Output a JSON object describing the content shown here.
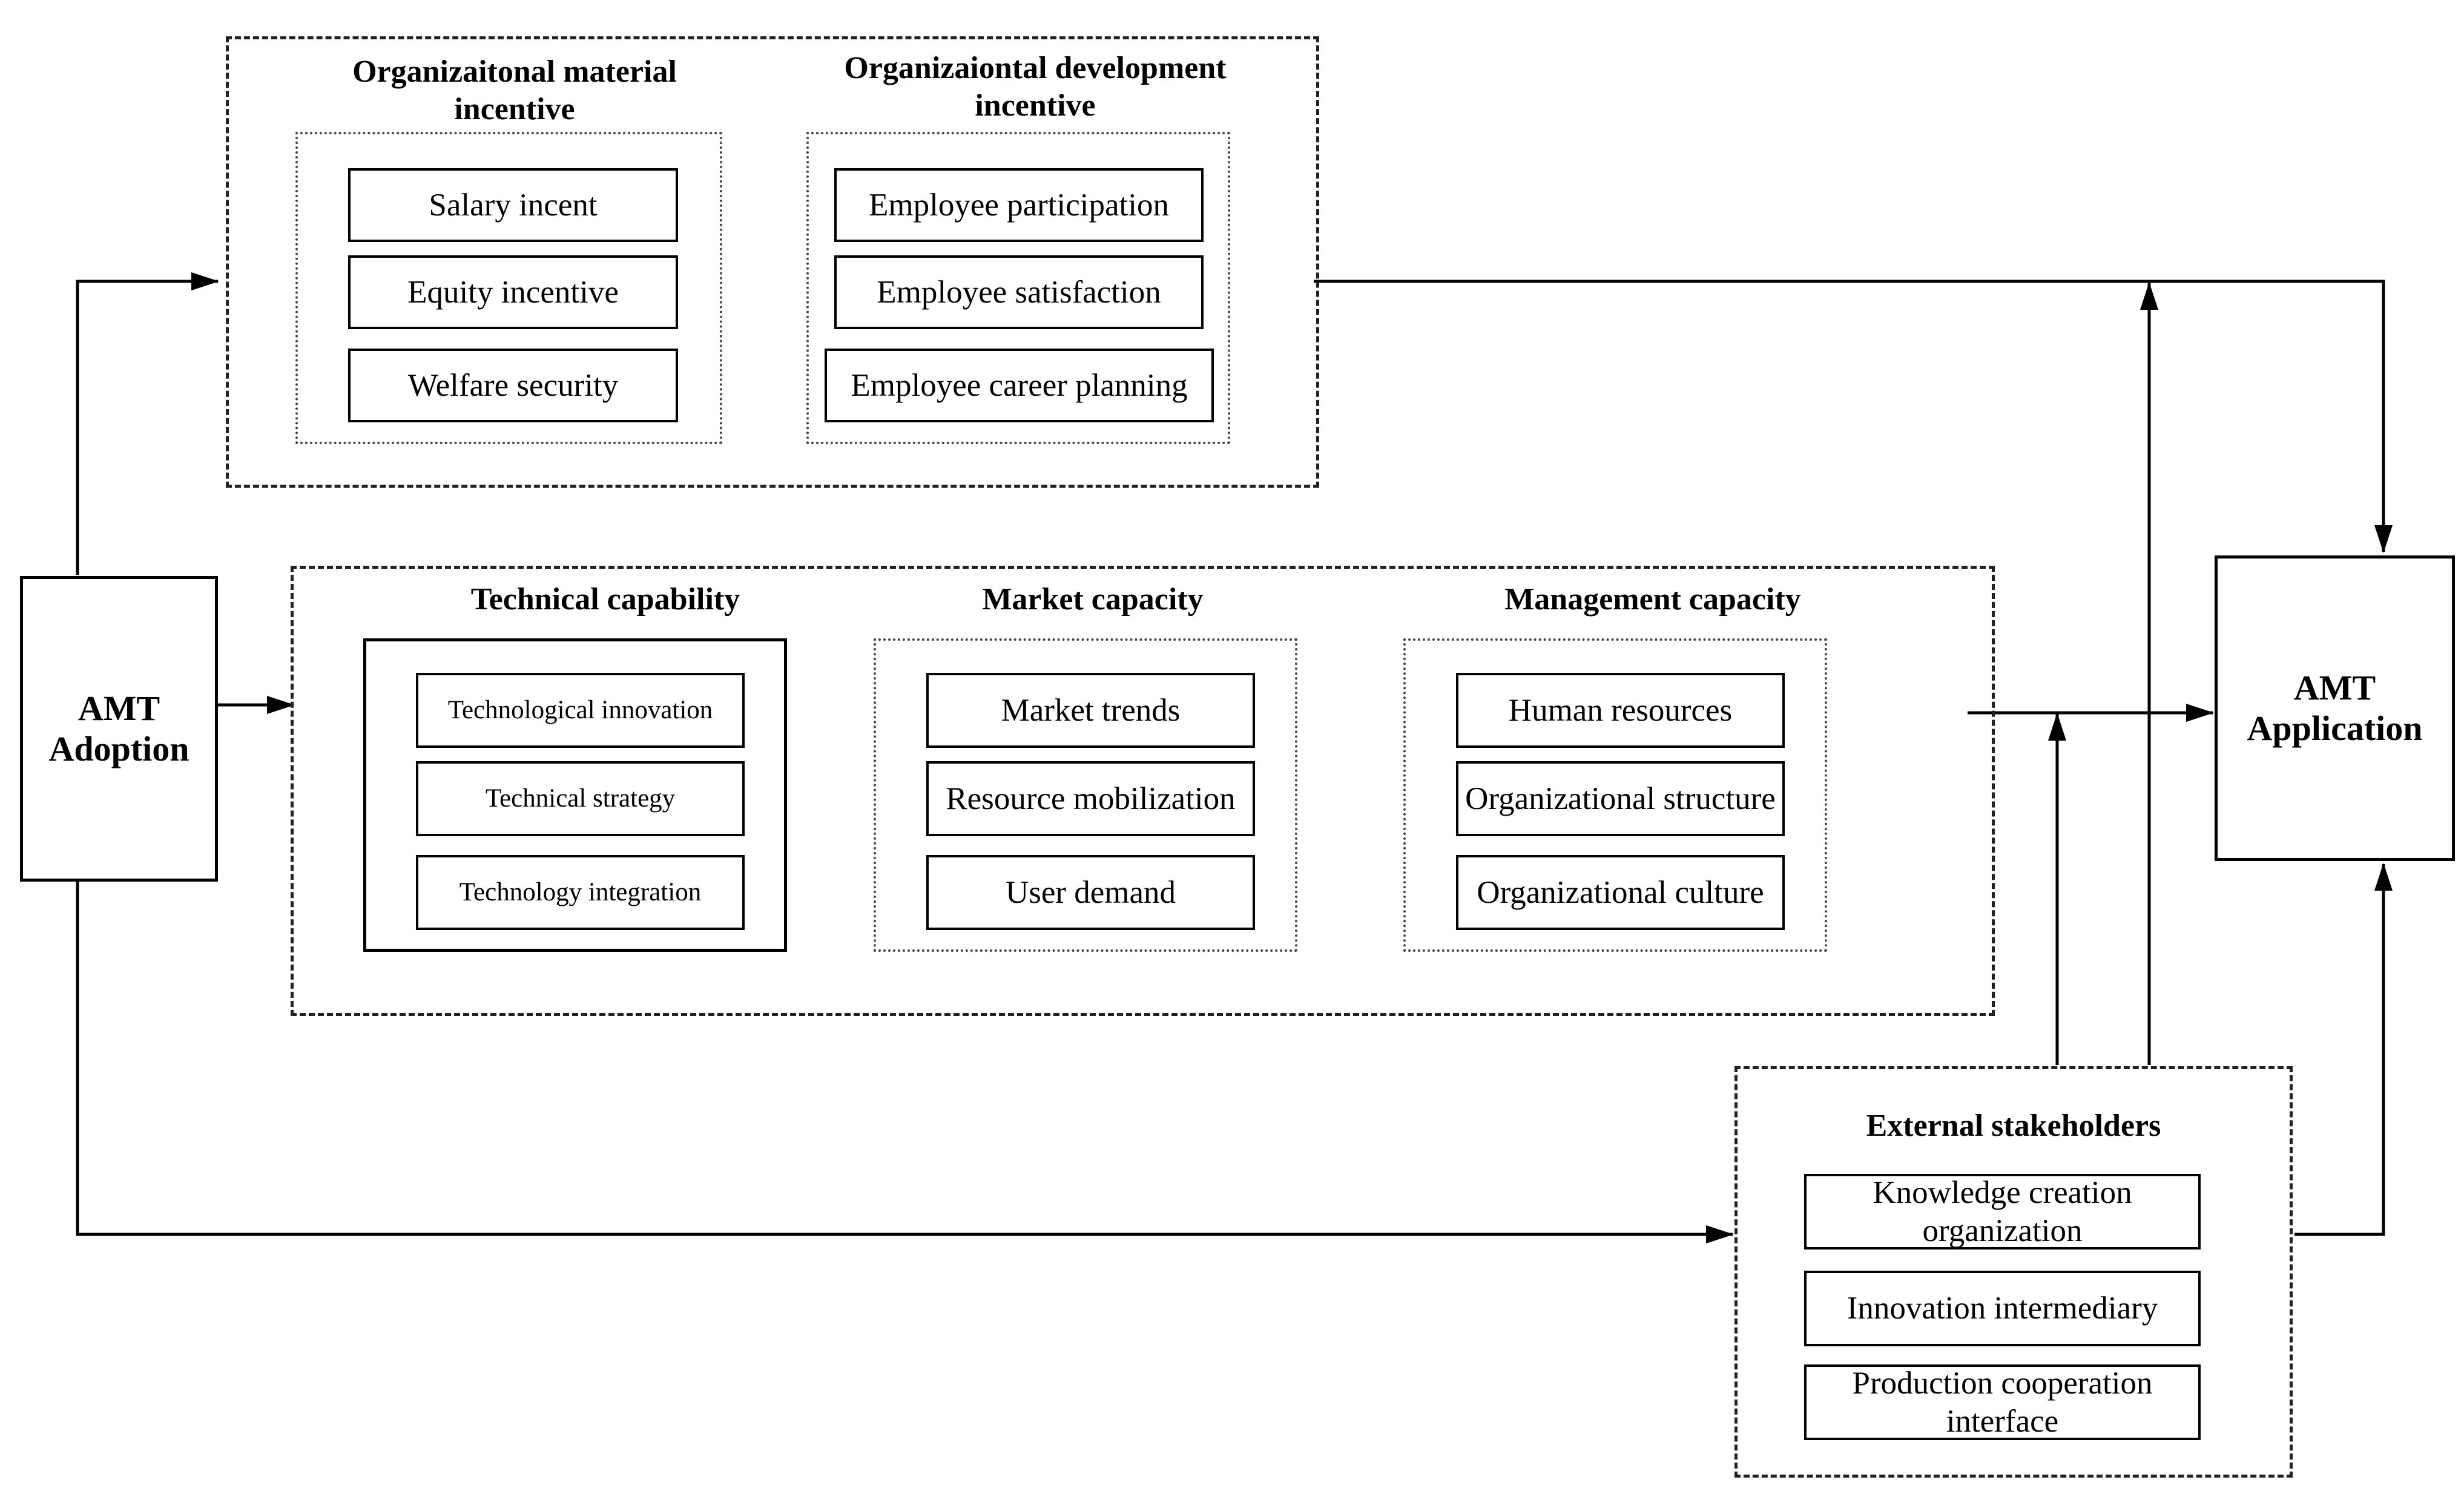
{
  "adoption": "AMT Adoption",
  "application": "AMT Application",
  "material": {
    "title": "Organizaitonal material incentive",
    "items": [
      "Salary incent",
      "Equity incentive",
      "Welfare security"
    ]
  },
  "development": {
    "title": "Organizaiontal development incentive",
    "items": [
      "Employee participation",
      "Employee satisfaction",
      "Employee career planning"
    ]
  },
  "technical": {
    "title": "Technical capability",
    "items": [
      "Technological innovation",
      "Technical strategy",
      "Technology integration"
    ]
  },
  "market": {
    "title": "Market capacity",
    "items": [
      "Market trends",
      "Resource mobilization",
      "User demand"
    ]
  },
  "management": {
    "title": "Management capacity",
    "items": [
      "Human resources",
      "Organizational structure",
      "Organizational culture"
    ]
  },
  "external": {
    "title": "External stakeholders",
    "items": [
      "Knowledge creation organization",
      "Innovation intermediary",
      "Production cooperation interface"
    ]
  }
}
